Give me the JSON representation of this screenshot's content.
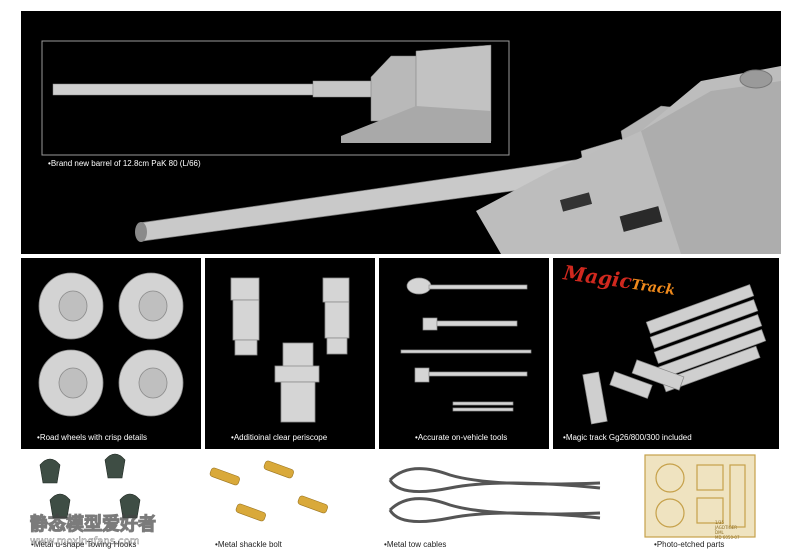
{
  "hero": {
    "caption": "Brand new barrel of 12.8cm PaK 80 (L/66)"
  },
  "panels": [
    {
      "caption": "Road wheels with crisp details"
    },
    {
      "caption": "Additioinal clear periscope"
    },
    {
      "caption": "Accurate on-vehicle tools"
    },
    {
      "caption": "Magic track Gg26/800/300 included",
      "logo_text": [
        "Magic",
        "Track"
      ]
    }
  ],
  "bottom_items": [
    {
      "caption": "Metal u-shape Towing Hooks"
    },
    {
      "caption": "Metal shackle bolt"
    },
    {
      "caption": "Metal tow cables"
    },
    {
      "caption": "Photo-etched parts"
    }
  ],
  "fret_text": [
    "1/35",
    "JAGDTIGER",
    "DML",
    "MD 6050-07"
  ],
  "watermark": {
    "line1": "静态模型爱好者",
    "line2": "www.moxingfans.com"
  },
  "colors": {
    "panel_bg": "#000000",
    "plastic_grey": "#c8c8c8",
    "brass": "#d9a93a",
    "hook_green": "#3e4d44",
    "logo_red": "#d0281e",
    "logo_orange": "#f08a1c"
  }
}
